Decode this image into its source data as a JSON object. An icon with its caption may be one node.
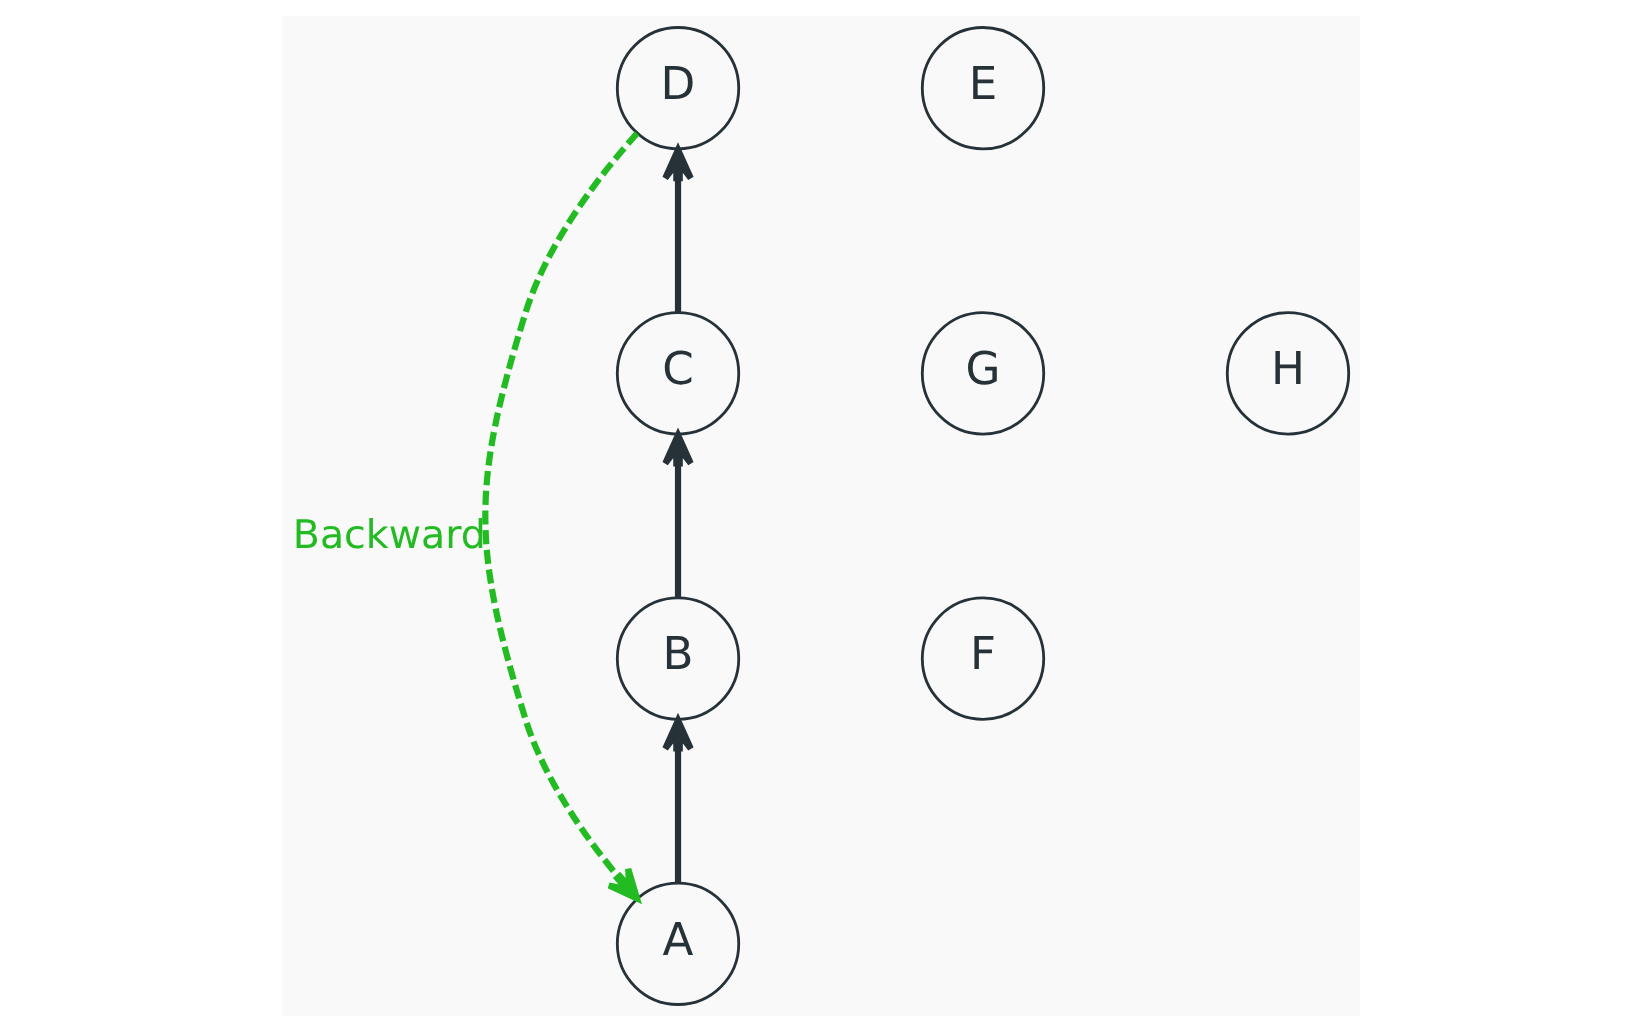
{
  "diagram": {
    "nodes": [
      {
        "text": [
          "D"
        ]
      },
      {
        "text": [
          "E"
        ]
      },
      {
        "text": [
          "C"
        ]
      },
      {
        "text": [
          "G"
        ]
      },
      {
        "text": [
          "H"
        ]
      },
      {
        "text": [
          "B"
        ]
      },
      {
        "text": [
          "F"
        ]
      },
      {
        "text": [
          "A"
        ]
      }
    ],
    "edges": [
      {
        "from": 7,
        "to": 5,
        "arrow": "to"
      },
      {
        "from": 5,
        "to": 2,
        "arrow": "to"
      },
      {
        "from": 2,
        "to": 0,
        "arrow": "to"
      },
      {
        "from": 0,
        "to": 7,
        "arrow": "to",
        "label": "Backward",
        "style": "dashed",
        "color": "#22bb22"
      }
    ]
  }
}
